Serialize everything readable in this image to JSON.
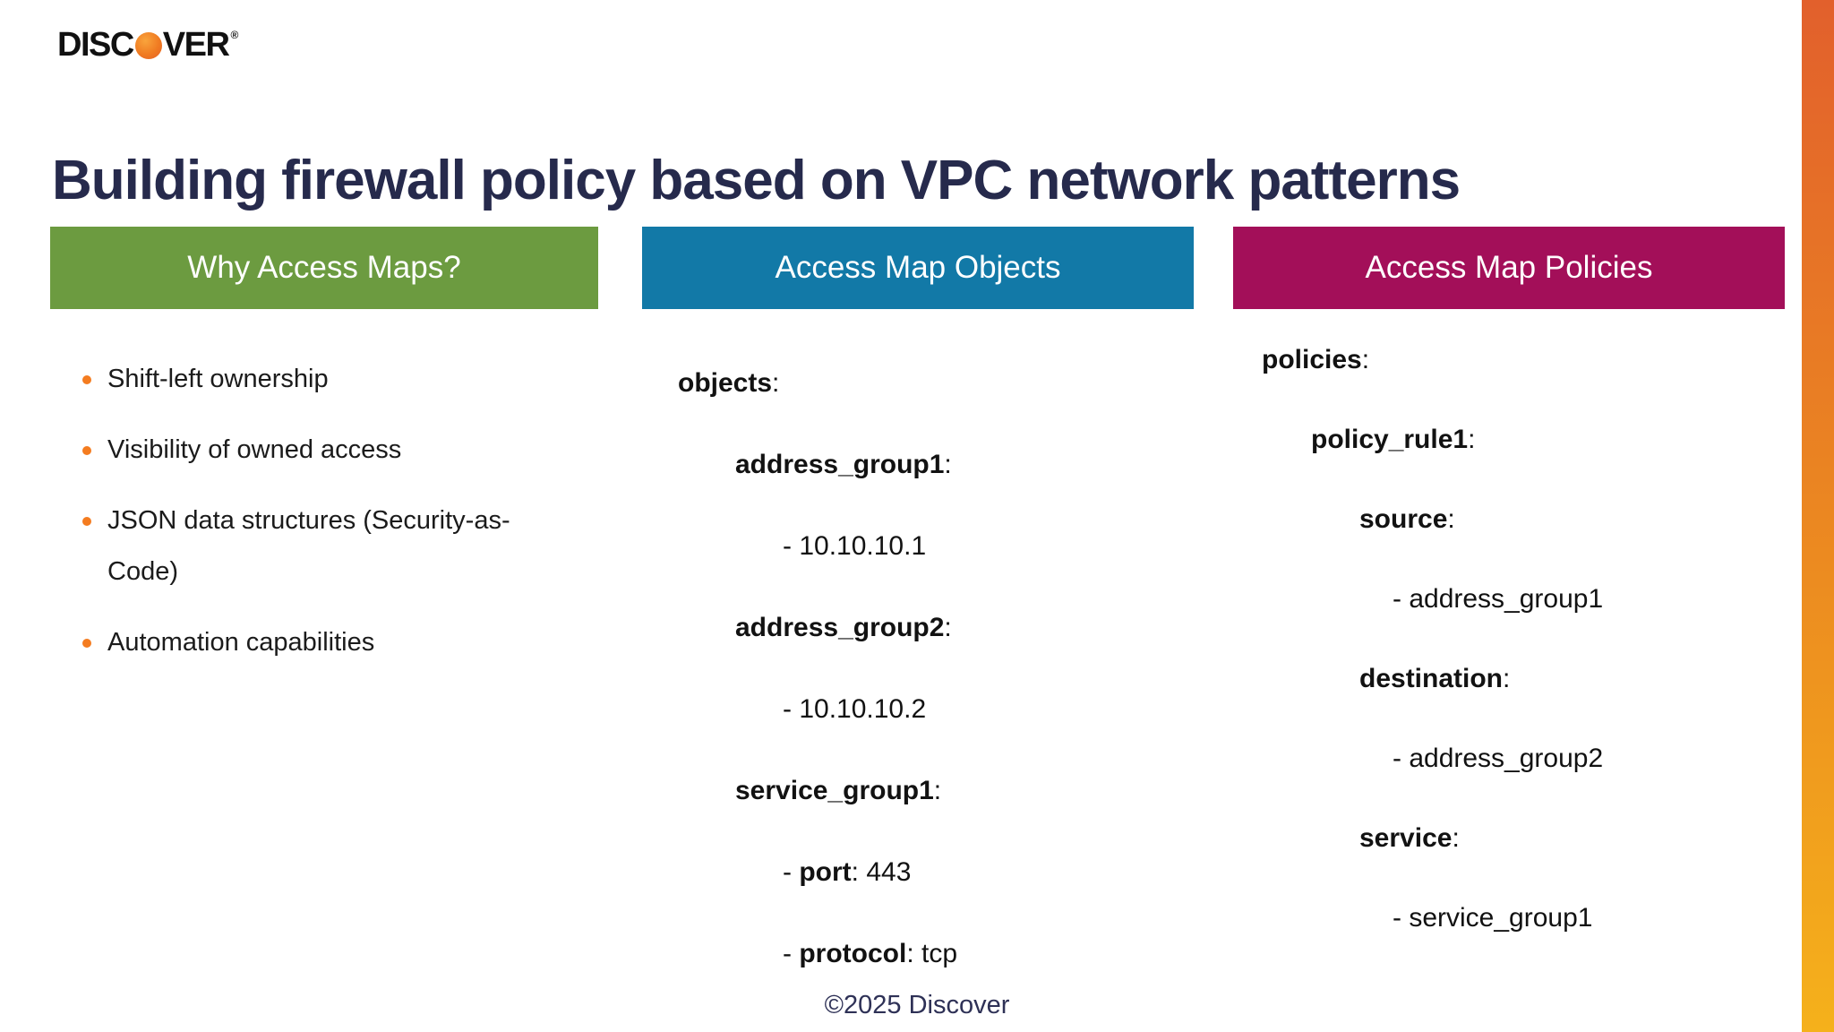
{
  "logo": {
    "prefix": "DISC",
    "suffix": "VER",
    "trademark": "®"
  },
  "title": "Building firewall policy based on VPC network patterns",
  "footer": "©2025 Discover",
  "accents": {
    "green": "#6C9B40",
    "teal": "#1279A7",
    "magenta": "#A30F59",
    "orange_bullet": "#F47C20",
    "navy_text": "#262A4C",
    "strip_gradient_top": "#E2602C",
    "strip_gradient_bottom": "#F5B11B"
  },
  "col_why": {
    "header": "Why Access Maps?",
    "bullets": [
      "Shift-left ownership",
      "Visibility of owned access",
      "JSON data structures (Security-as-Code)",
      "Automation capabilities"
    ]
  },
  "col_objects": {
    "header": "Access Map Objects",
    "lines": [
      {
        "pre": "",
        "key": "objects",
        "post": ":"
      },
      {
        "pre": "",
        "key": "address_group1",
        "post": ":"
      },
      {
        "pre": "- 10.10.10.1",
        "key": "",
        "post": ""
      },
      {
        "pre": "",
        "key": "address_group2",
        "post": ":"
      },
      {
        "pre": "- 10.10.10.2",
        "key": "",
        "post": ""
      },
      {
        "pre": "",
        "key": "service_group1",
        "post": ":"
      },
      {
        "pre": "- ",
        "key": "port",
        "post": ": 443"
      },
      {
        "pre": "- ",
        "key": "protocol",
        "post": ": tcp"
      }
    ]
  },
  "col_policies": {
    "header": "Access Map Policies",
    "lines": [
      {
        "pre": "",
        "key": "policies",
        "post": ":"
      },
      {
        "pre": "",
        "key": "policy_rule1",
        "post": ":"
      },
      {
        "pre": "",
        "key": "source",
        "post": ":"
      },
      {
        "pre": "- address_group1",
        "key": "",
        "post": ""
      },
      {
        "pre": "",
        "key": "destination",
        "post": ":"
      },
      {
        "pre": "- address_group2",
        "key": "",
        "post": ""
      },
      {
        "pre": "",
        "key": "service",
        "post": ":"
      },
      {
        "pre": "- service_group1",
        "key": "",
        "post": ""
      }
    ]
  }
}
